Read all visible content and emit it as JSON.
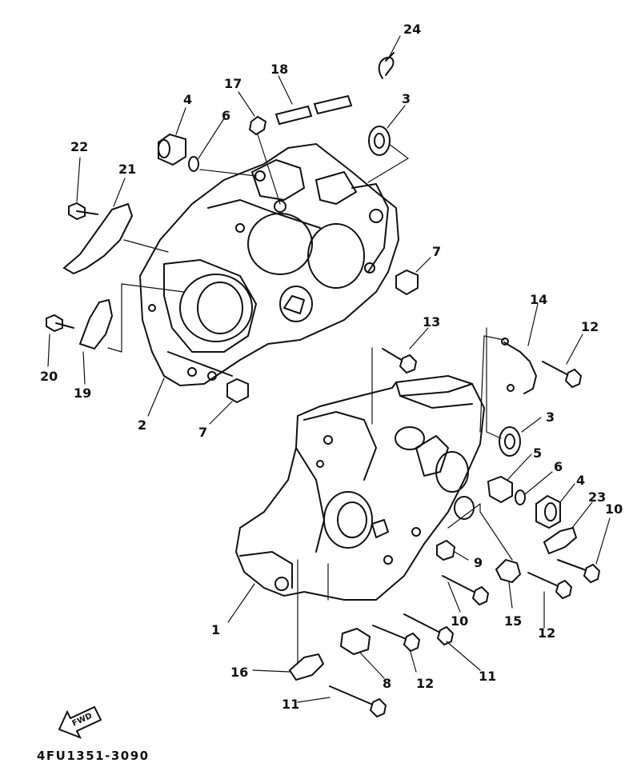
{
  "catalog_code": "4FU1351-3090",
  "fwd_label": "FWD",
  "callouts": {
    "c24": "24",
    "c18": "18",
    "c17": "17",
    "c4a": "4",
    "c6a": "6",
    "c3a": "3",
    "c22": "22",
    "c21": "21",
    "c7a": "7",
    "c20": "20",
    "c19": "19",
    "c2": "2",
    "c7b": "7",
    "c13": "13",
    "c14": "14",
    "c12a": "12",
    "c3b": "3",
    "c5": "5",
    "c6b": "6",
    "c4b": "4",
    "c23": "23",
    "c10a": "10",
    "c9": "9",
    "c1": "1",
    "c10b": "10",
    "c15": "15",
    "c12b": "12",
    "c11a": "11",
    "c16": "16",
    "c8": "8",
    "c12c": "12",
    "c11b": "11"
  }
}
